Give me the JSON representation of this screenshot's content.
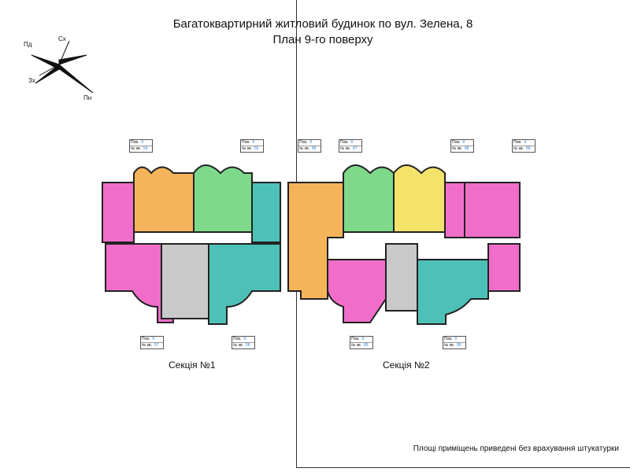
{
  "title": {
    "line1": "Багатоквартирний житловий будинок по вул. Зелена, 8",
    "line2": "План 9-го поверху"
  },
  "compass": {
    "nw": "Пд",
    "ne": "Сх",
    "sw": "Зх",
    "se": "Пн"
  },
  "sections": {
    "s1": "Секція №1",
    "s2": "Секція №2"
  },
  "note": "Площі приміщень приведені без врахування штукатурки",
  "tags": [
    {
      "floor": "Пов.",
      "floor_val": "9",
      "apt": "№ кв.",
      "apt_val": "54"
    },
    {
      "floor": "Пов.",
      "floor_val": "9",
      "apt": "№ кв.",
      "apt_val": "55"
    },
    {
      "floor": "Пов.",
      "floor_val": "9",
      "apt": "№ кв.",
      "apt_val": "86"
    },
    {
      "floor": "Пов.",
      "floor_val": "9",
      "apt": "№ кв.",
      "apt_val": "87"
    },
    {
      "floor": "Пов.",
      "floor_val": "9",
      "apt": "№ кв.",
      "apt_val": "88"
    },
    {
      "floor": "Пов.",
      "floor_val": "9",
      "apt": "№ кв.",
      "apt_val": "89"
    },
    {
      "floor": "Пов.",
      "floor_val": "9",
      "apt": "№ кв.",
      "apt_val": "57"
    },
    {
      "floor": "Пов.",
      "floor_val": "9",
      "apt": "№ кв.",
      "apt_val": "56"
    },
    {
      "floor": "Пов.",
      "floor_val": "9",
      "apt": "№ кв.",
      "apt_val": "85"
    },
    {
      "floor": "Пов.",
      "floor_val": "9",
      "apt": "№ кв.",
      "apt_val": "90"
    }
  ],
  "colors": {
    "pink": "#f06ec9",
    "orange": "#f6b45a",
    "green": "#7ed98a",
    "teal": "#4dc1b7",
    "yellow": "#f3e36a",
    "gray": "#c9c9c9"
  }
}
